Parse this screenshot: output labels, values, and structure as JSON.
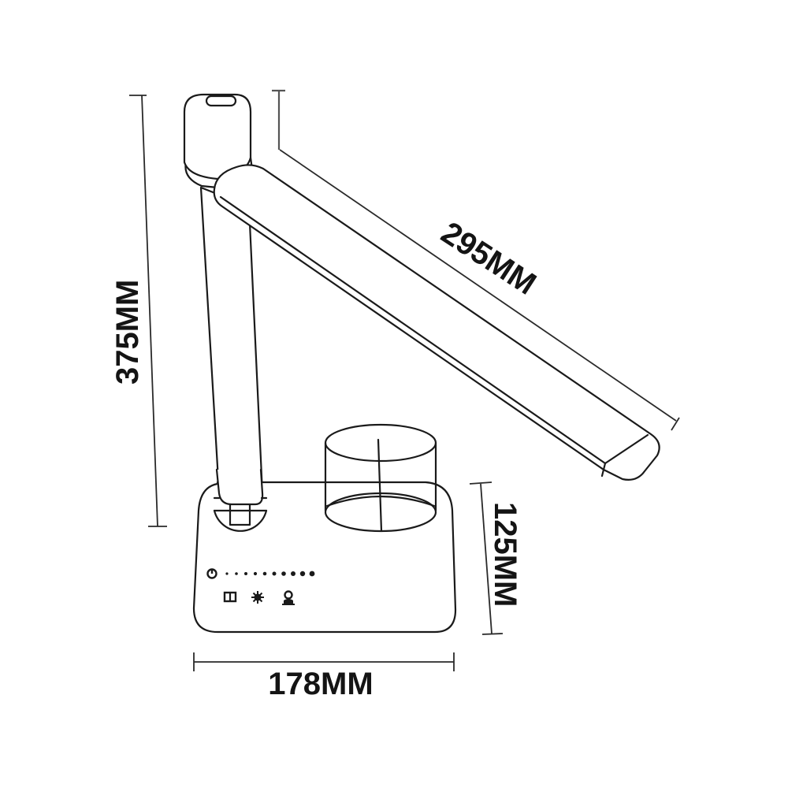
{
  "drawing": {
    "subject": "Desk lamp dimension drawing",
    "line_color": "#1a1a1a",
    "background": "#ffffff"
  },
  "dimensions": {
    "height": {
      "label": "375MM",
      "value": 375,
      "unit": "MM"
    },
    "arm_length": {
      "label": "295MM",
      "value": 295,
      "unit": "MM"
    },
    "base_depth": {
      "label": "125MM",
      "value": 125,
      "unit": "MM"
    },
    "base_width": {
      "label": "178MM",
      "value": 178,
      "unit": "MM"
    }
  },
  "control_panel": {
    "brightness_level_dots": 10,
    "icons": [
      "power-icon",
      "reading-mode-icon",
      "brightness-sun-icon",
      "lamp-mode-icon"
    ]
  }
}
